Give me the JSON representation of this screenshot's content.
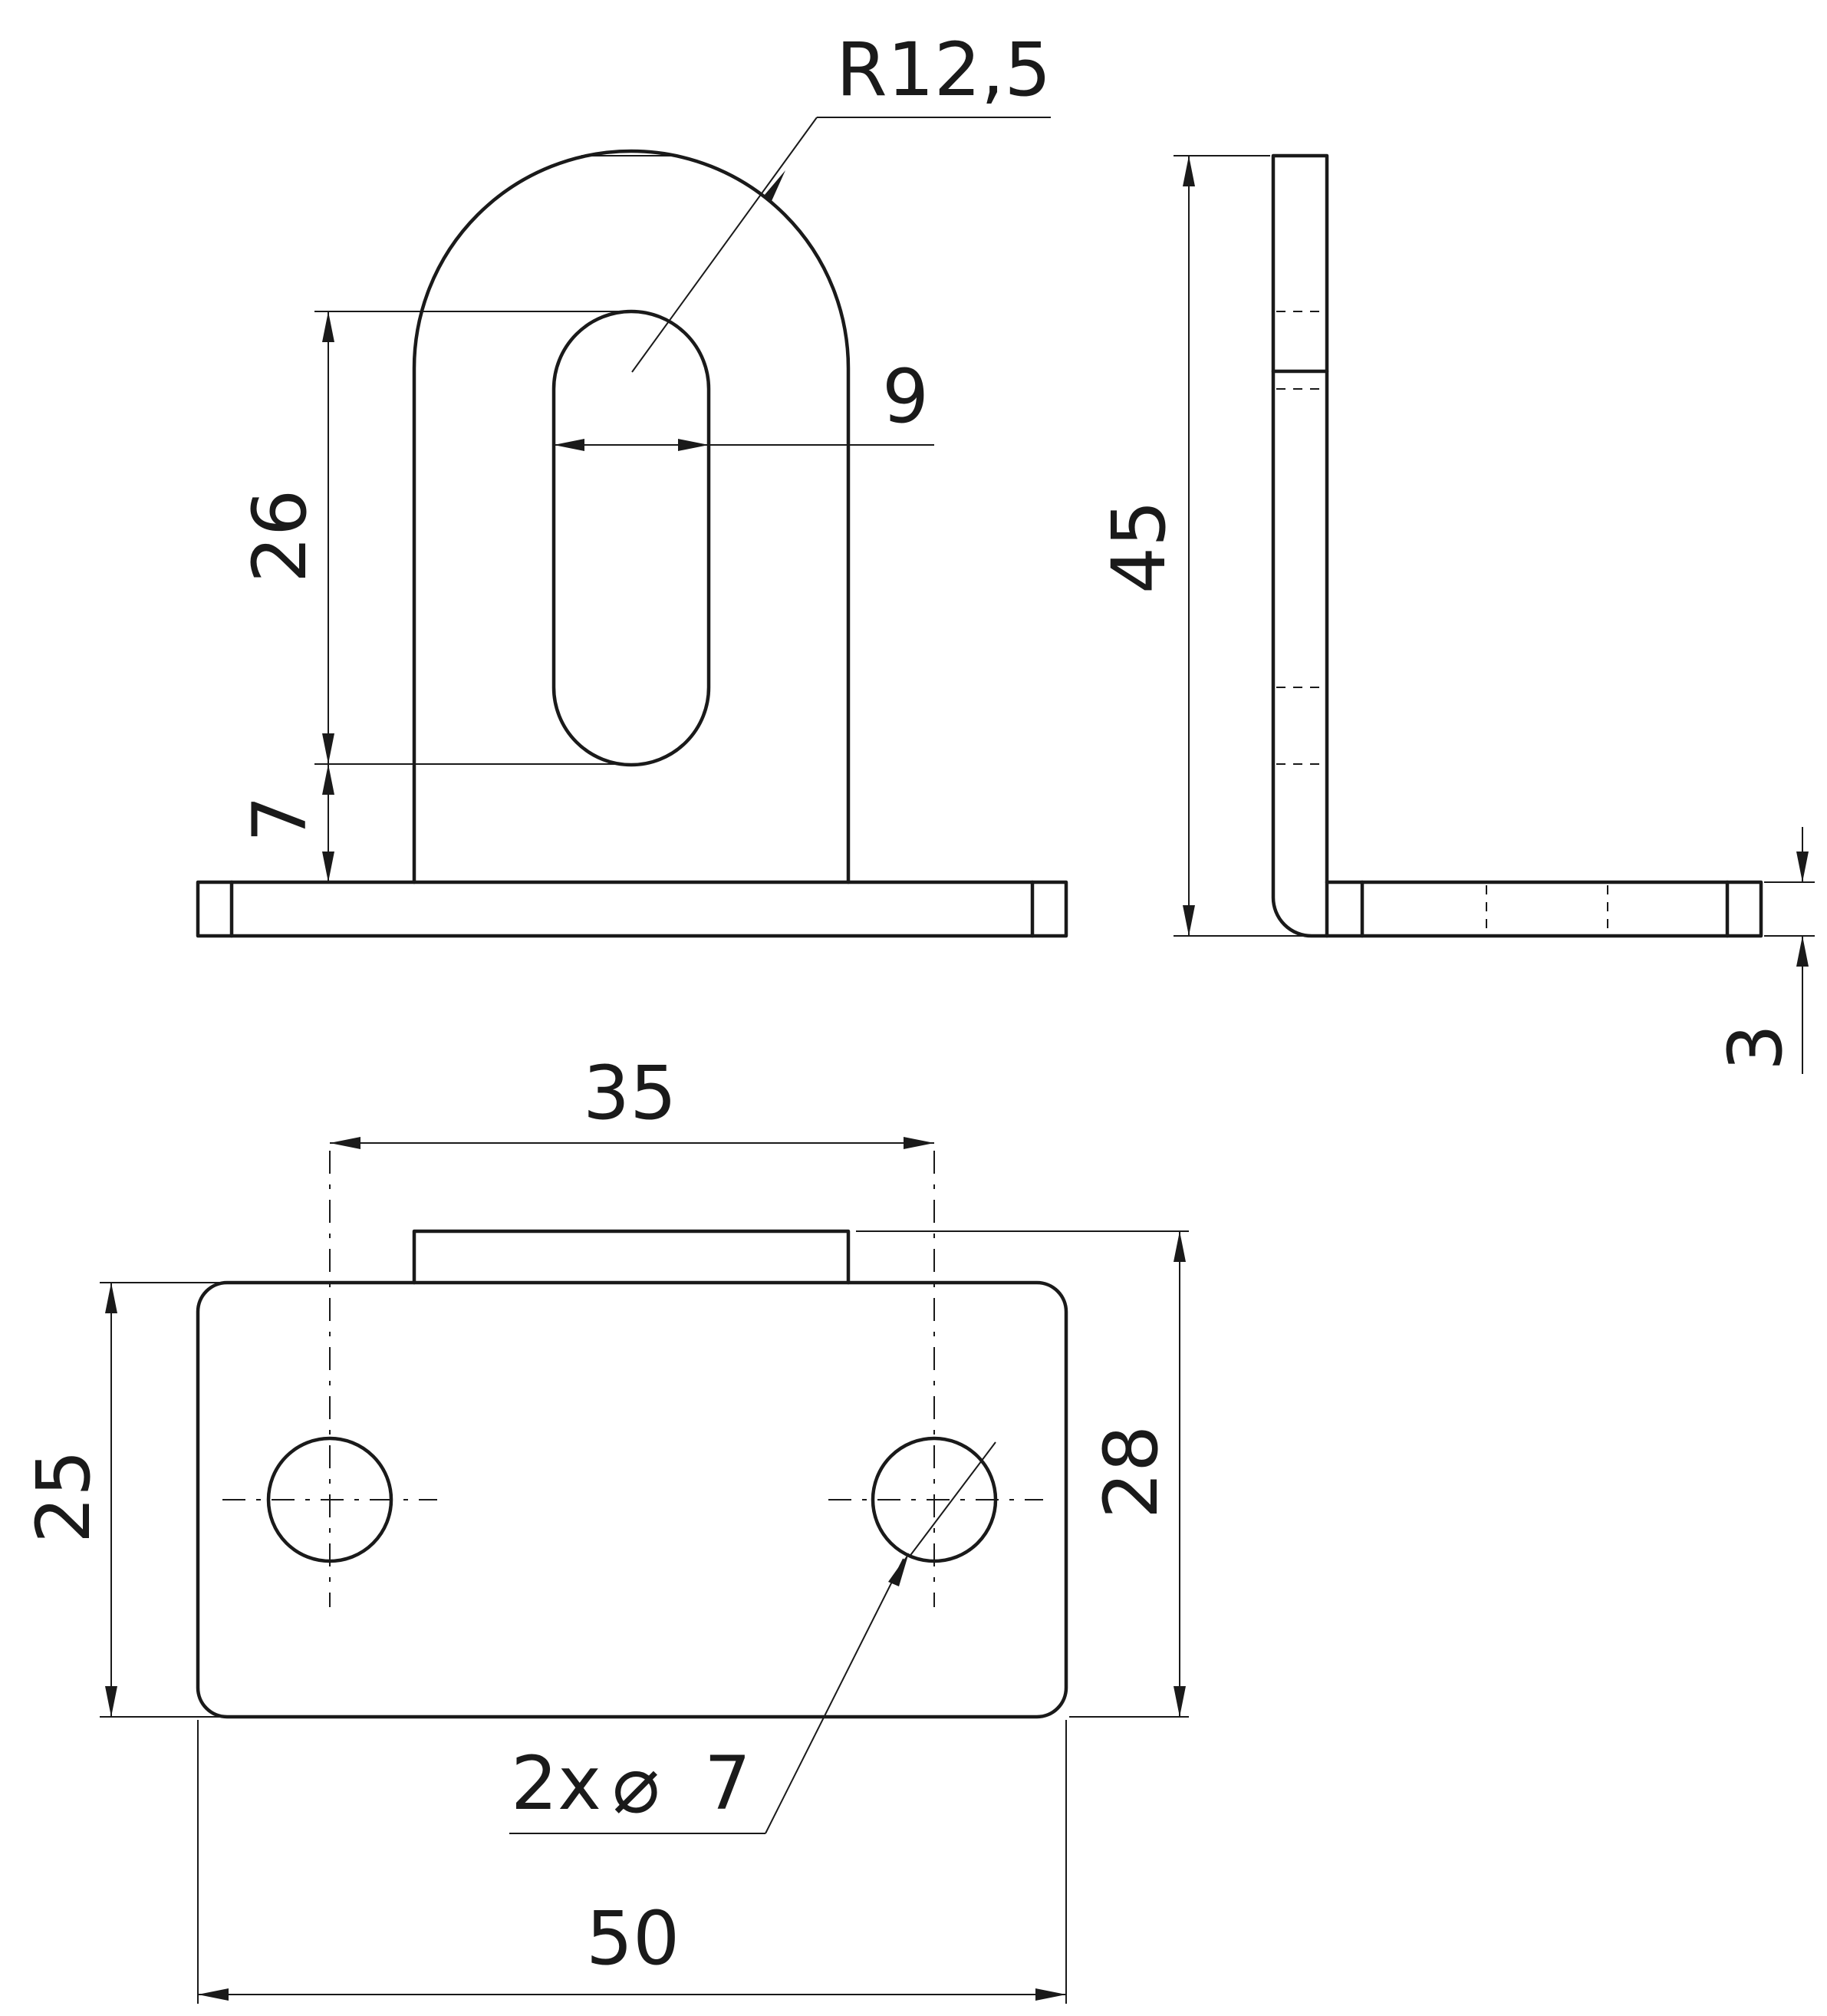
{
  "front_view": {
    "radius_label": "R12,5",
    "slot_width_label": "9",
    "slot_length_label": "26",
    "slot_offset_label": "7"
  },
  "side_view": {
    "height_label": "45",
    "thickness_label": "3"
  },
  "top_view": {
    "hole_spacing_label": "35",
    "depth_label": "25",
    "overall_depth_label": "28",
    "hole_callout_count": "2x",
    "hole_callout_symbol": "⌀",
    "hole_callout_size": "7",
    "width_label": "50"
  },
  "colors": {
    "line": "#1a1a1a",
    "background": "#ffffff"
  }
}
